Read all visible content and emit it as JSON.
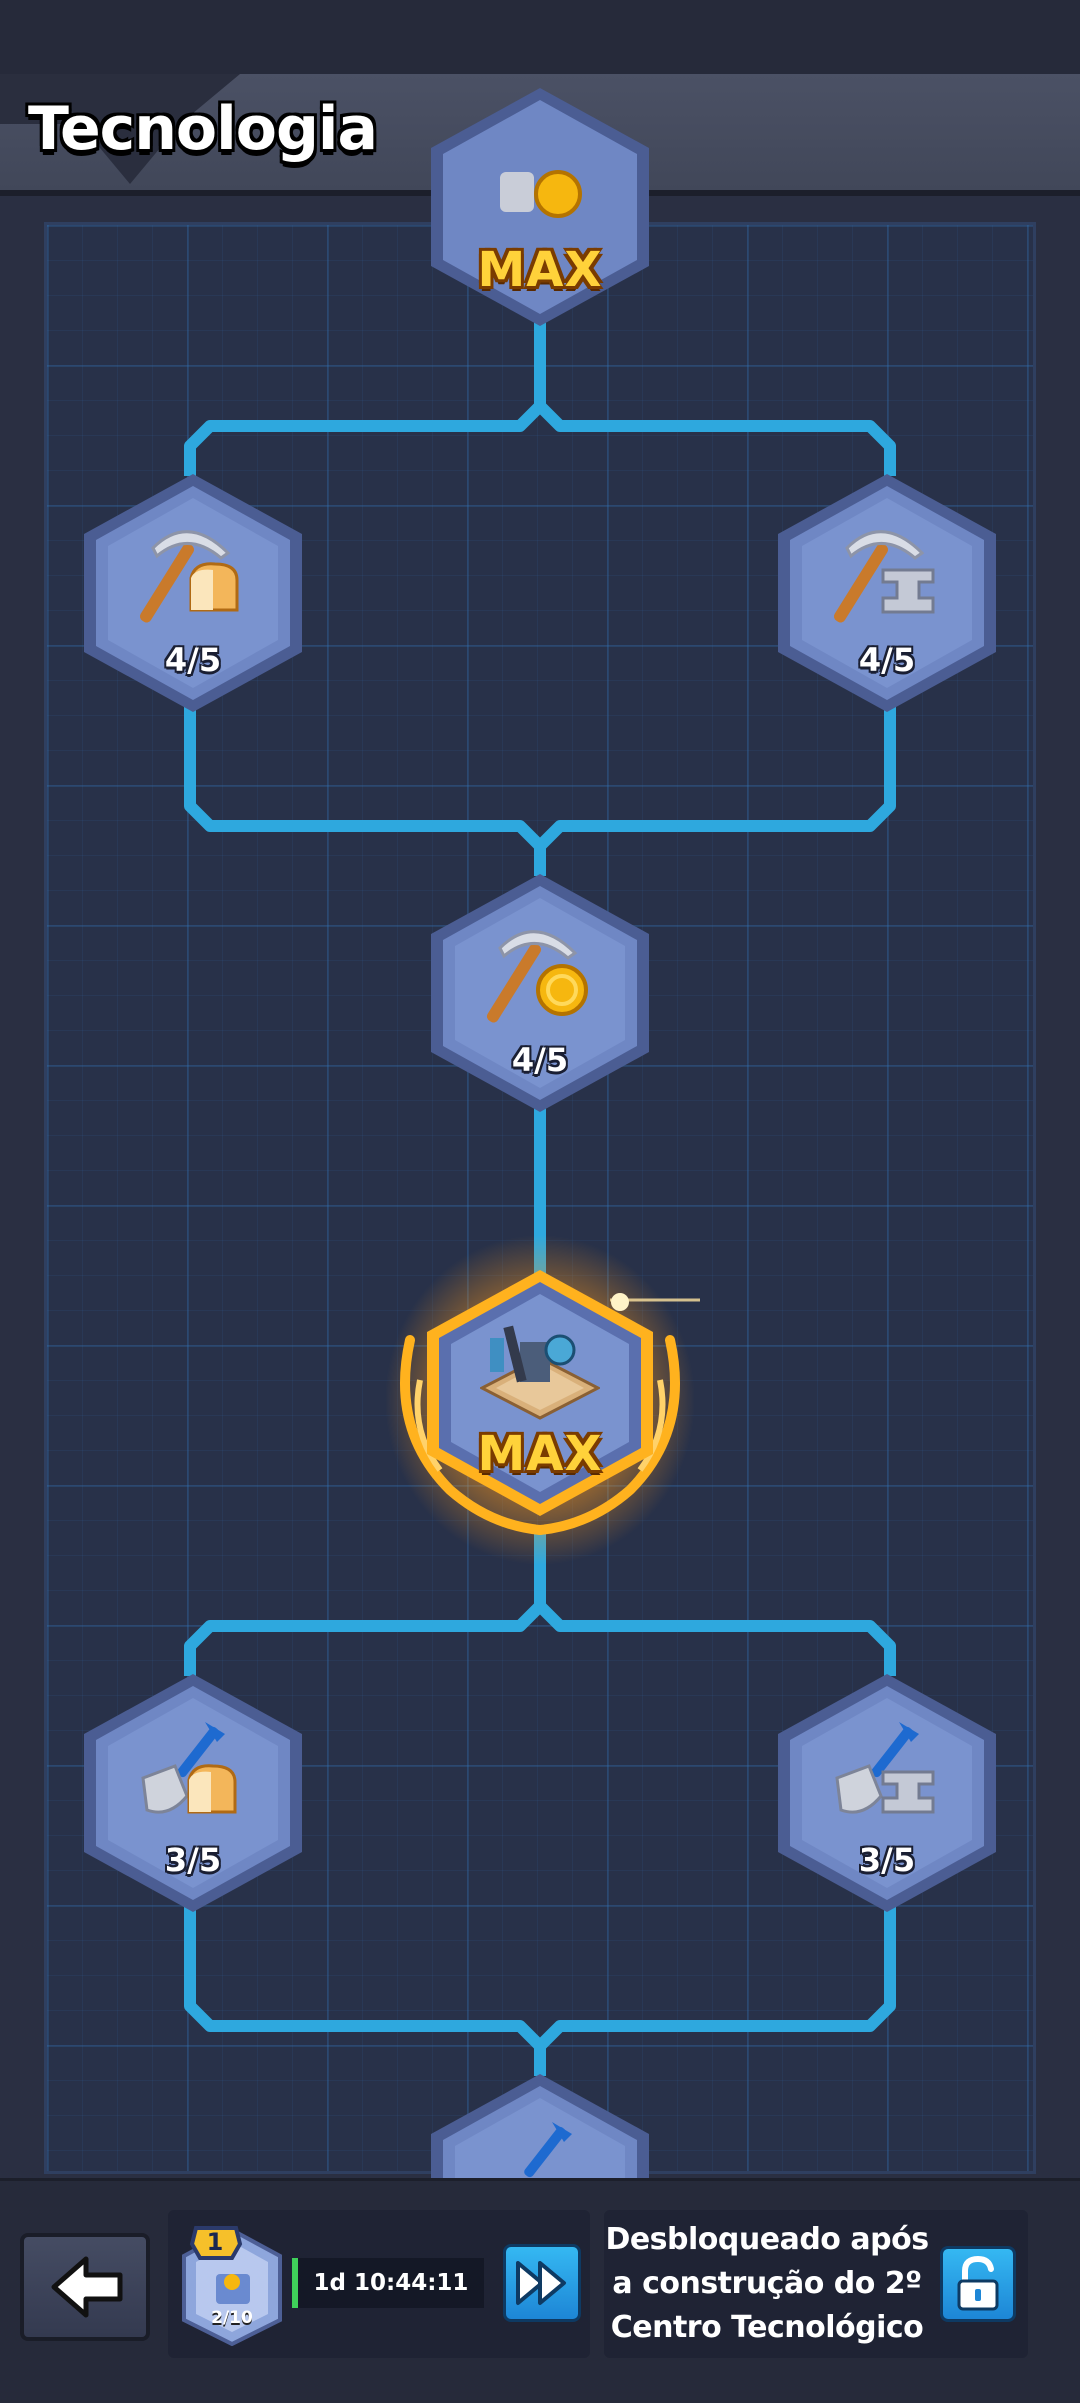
{
  "header": {
    "title": "Tecnologia"
  },
  "tree": {
    "nodes": [
      {
        "id": "top",
        "icon": "pickaxe-coin-icon",
        "level": "MAX",
        "maxed": true
      },
      {
        "id": "pickaxe-food",
        "icon": "pickaxe-bread-icon",
        "level": "4/5"
      },
      {
        "id": "pickaxe-iron",
        "icon": "pickaxe-iron-icon",
        "level": "4/5"
      },
      {
        "id": "pickaxe-gold",
        "icon": "pickaxe-coin-icon",
        "level": "4/5"
      },
      {
        "id": "mine-building",
        "icon": "mine-building-icon",
        "level": "MAX",
        "maxed": true,
        "highlighted": true
      },
      {
        "id": "shovel-food",
        "icon": "shovel-bread-icon",
        "level": "3/5"
      },
      {
        "id": "shovel-iron",
        "icon": "shovel-iron-icon",
        "level": "3/5"
      },
      {
        "id": "shovel-bottom",
        "icon": "shovel-icon",
        "level": ""
      }
    ],
    "colors": {
      "connector": "#2ea8de",
      "node_face": "#6f87c4",
      "node_rim": "#4b5d93",
      "glow": "#ffb21e"
    }
  },
  "bottom_bar": {
    "back_icon": "arrow-left-icon",
    "research": {
      "level_badge": "1",
      "progress": "2/10",
      "timer": "1d 10:44:11",
      "timer_progress": 0.04,
      "speedup_icon": "fast-forward-icon"
    },
    "unlock": {
      "lines": [
        "Desbloqueado após",
        "a construção do 2º",
        "Centro Tecnológico"
      ],
      "lock_icon": "unlock-icon"
    },
    "colors": {
      "button_blue": "#2aa6ea",
      "timer_green": "#3fd05a"
    }
  }
}
